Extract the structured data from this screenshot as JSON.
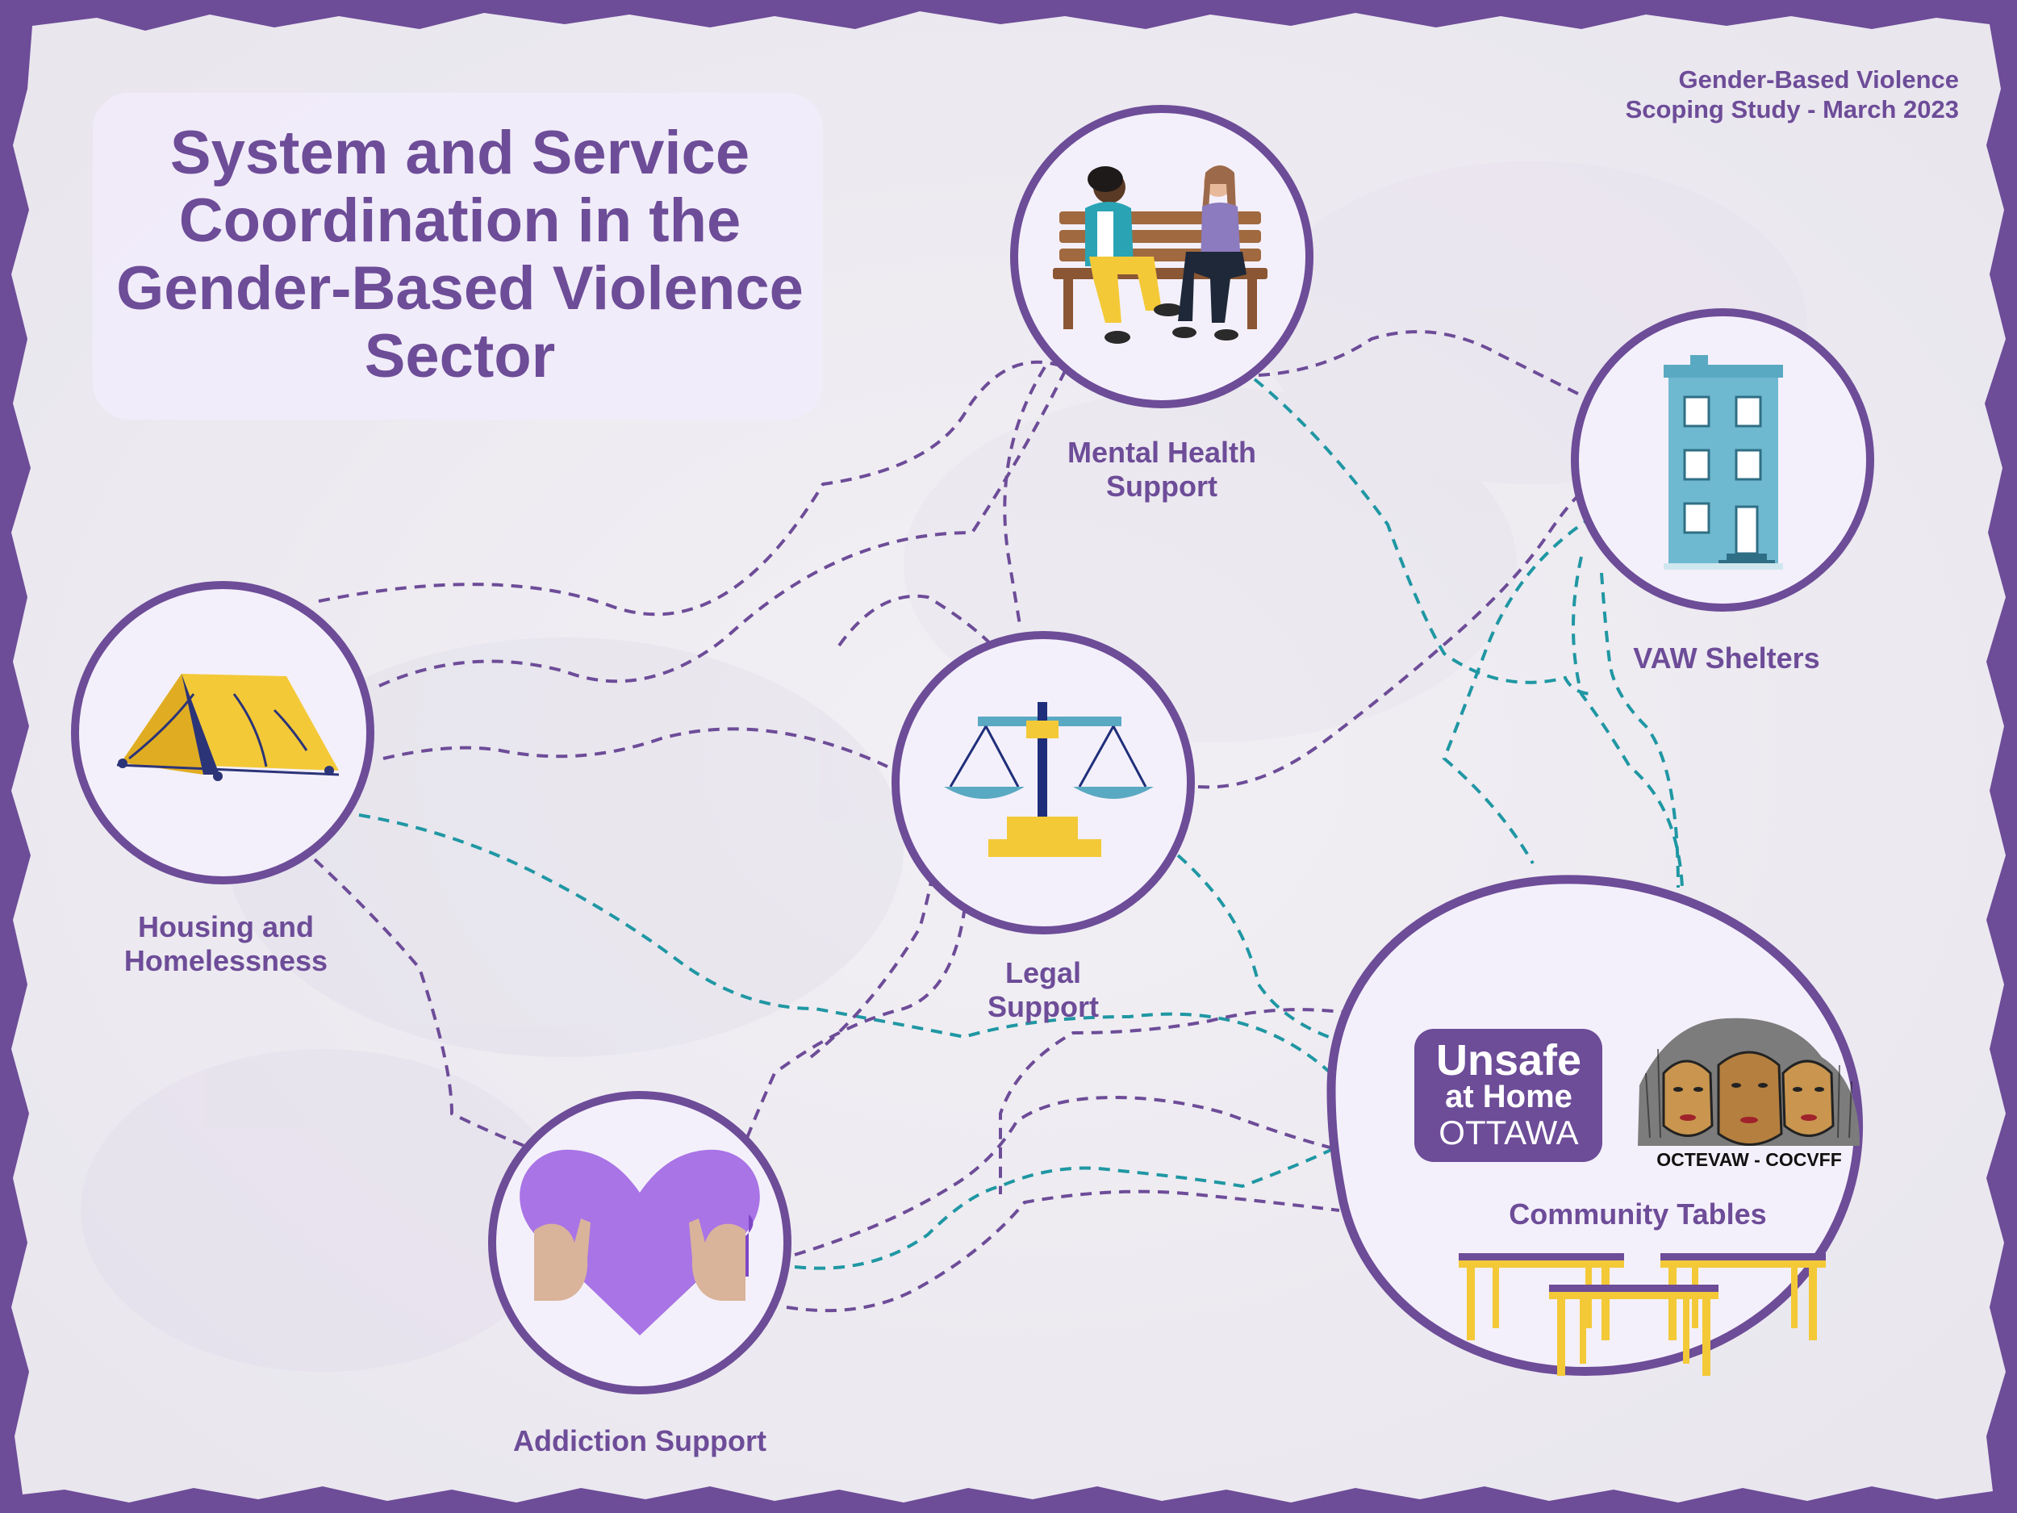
{
  "title": "System and Service Coordination in the Gender-Based Violence Sector",
  "tagline": [
    "Gender-Based Violence",
    "Scoping Study - March 2023"
  ],
  "nodes": {
    "mental_health": [
      "Mental Health",
      "Support"
    ],
    "vaw_shelters": "VAW Shelters",
    "housing": [
      "Housing and",
      "Homelessness"
    ],
    "legal": [
      "Legal",
      "Support"
    ],
    "addiction": "Addiction Support",
    "community": "Community Tables"
  },
  "logos": {
    "unsafe_at_home": [
      "Unsafe",
      "at Home",
      "OTTAWA"
    ],
    "octevaw": "OCTEVAW - COCVFF"
  },
  "colors": {
    "purple": "#6d4c98",
    "dash_purple": "#6d4c98",
    "dash_teal": "#1f97a3",
    "node_fill": "#f4f0fb",
    "title_box": "#f1ecfa",
    "yellow": "#f2c94c",
    "building": "#5aa9c2"
  }
}
